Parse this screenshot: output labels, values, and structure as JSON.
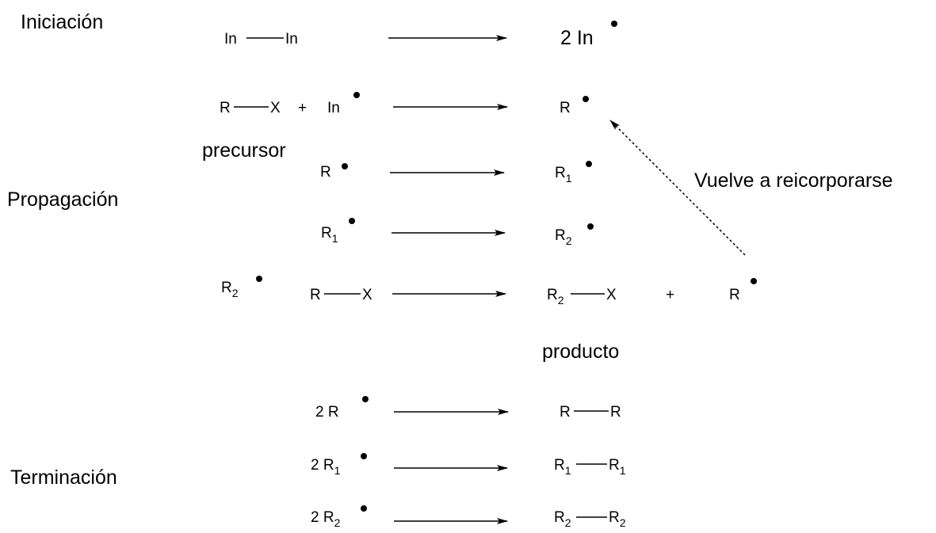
{
  "stages": {
    "initiation": "Iniciación",
    "propagation": "Propagación",
    "termination": "Terminación"
  },
  "species": {
    "In": "In",
    "two_In": "2 In",
    "R": "R",
    "X": "X",
    "R1_base": "R",
    "R1_sub": "1",
    "R2_base": "R",
    "R2_sub": "2",
    "two_R": "2 R",
    "plus": "+"
  },
  "notes": {
    "precursor": "precursor",
    "producto": "producto",
    "recycle": "Vuelve a reicorporarse"
  },
  "colors": {
    "ink": "#000000",
    "background": "#ffffff"
  }
}
